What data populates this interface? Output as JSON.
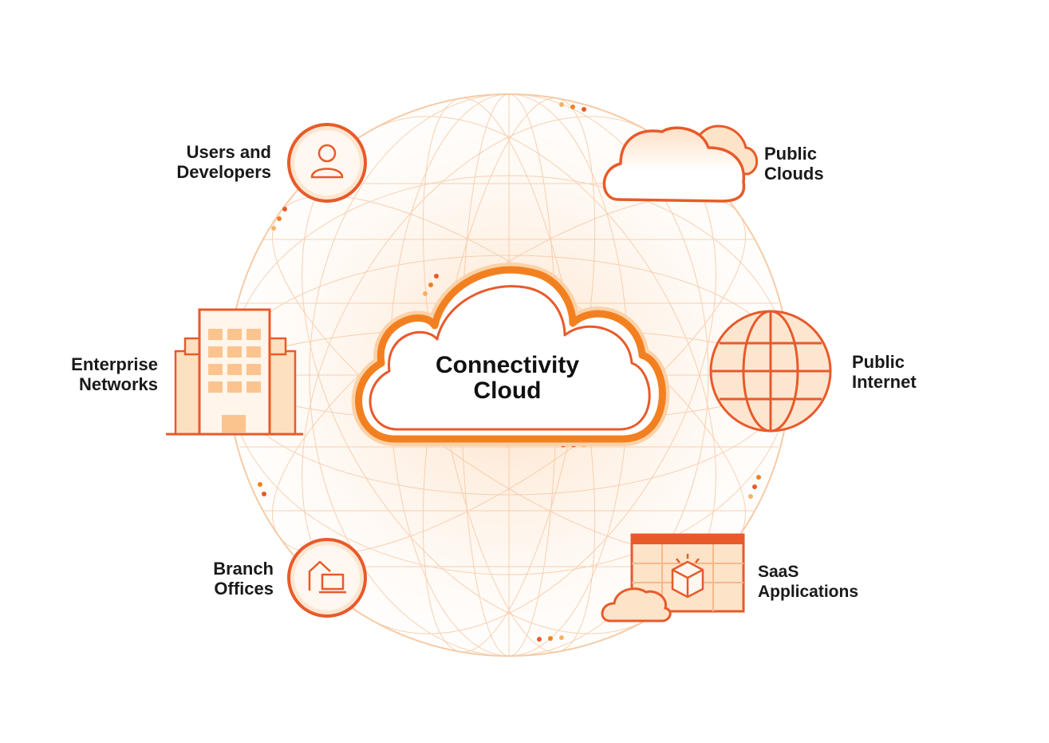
{
  "center": {
    "line1": "Connectivity",
    "line2": "Cloud"
  },
  "nodes": {
    "users": {
      "line1": "Users and",
      "line2": "Developers",
      "icon": "user-icon"
    },
    "public_clouds": {
      "line1": "Public",
      "line2": "Clouds",
      "icon": "cloud-icon"
    },
    "enterprise": {
      "line1": "Enterprise",
      "line2": "Networks",
      "icon": "building-icon"
    },
    "public_internet": {
      "line1": "Public",
      "line2": "Internet",
      "icon": "globe-icon"
    },
    "branch": {
      "line1": "Branch",
      "line2": "Offices",
      "icon": "home-laptop-icon"
    },
    "saas": {
      "line1": "SaaS",
      "line2": "Applications",
      "icon": "app-window-icon"
    }
  },
  "colors": {
    "accent": "#F38020",
    "accent_dark": "#E85A2A",
    "light": "#FDE3C8",
    "text": "#1a1a1a"
  }
}
